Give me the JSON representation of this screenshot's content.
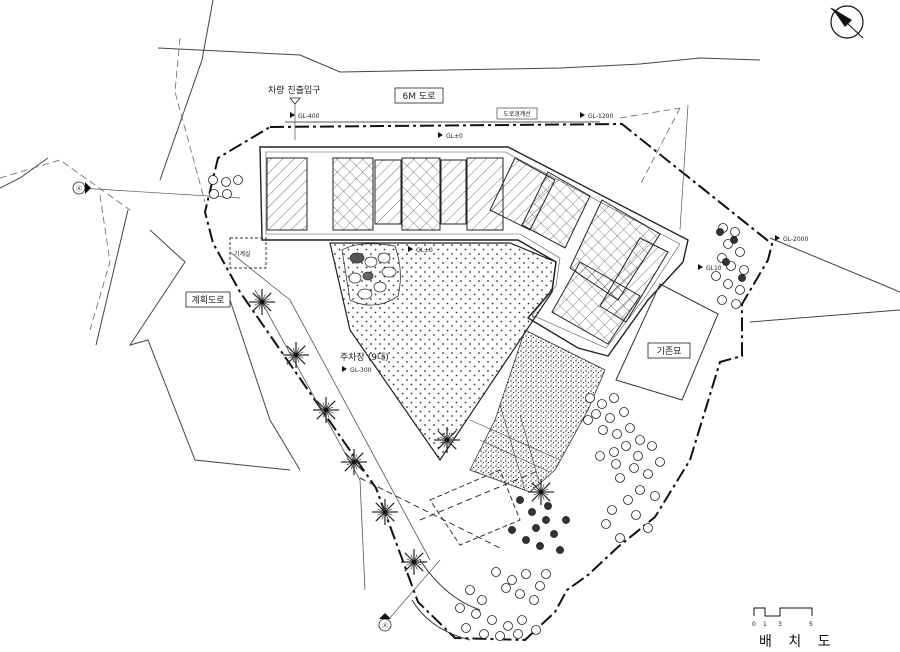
{
  "labels": {
    "vehicle_entrance": "차량 진출입구",
    "road_6m": "6M 도로",
    "boundary_line": "도로경계선",
    "gl_400": "GL-400",
    "gl_1200": "GL-1200",
    "gl_0_top": "GL±0",
    "gl_0_mid": "GL±0",
    "gl_2000": "GL-2000",
    "gl_10": "GL10",
    "gl_300": "GL-300",
    "planned_road": "계획도로",
    "parking": "주차장 (9대)",
    "existing_grave": "기존묘",
    "small_box": "기계실",
    "section_mark_left": "Ⓐ",
    "section_mark_bottom": "Ⓐ"
  },
  "scale": {
    "ticks": [
      "0",
      "1",
      "3",
      "5"
    ],
    "title": "배 치 도"
  },
  "icons": {
    "north": "north-arrow-icon",
    "tree": "tree-symbol-icon",
    "gl_marker": "gl-level-marker-icon"
  }
}
